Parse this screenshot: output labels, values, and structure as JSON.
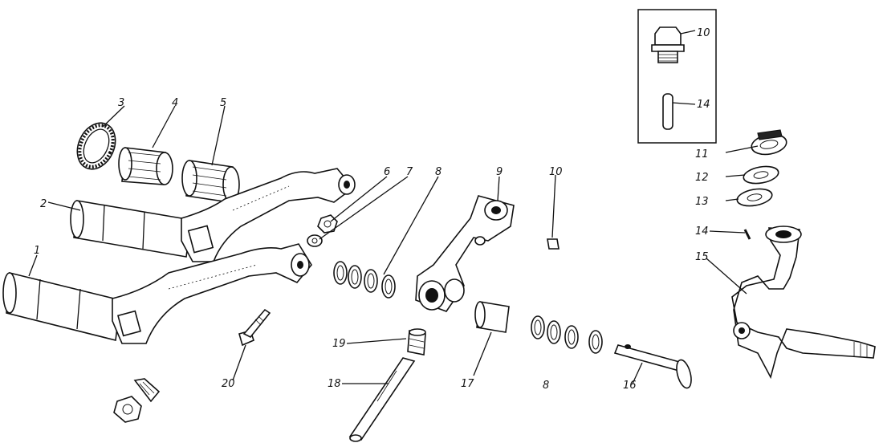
{
  "labels": {
    "l1": "1",
    "l2": "2",
    "l3": "3",
    "l4": "4",
    "l5": "5",
    "l6": "6",
    "l7": "7",
    "l8a": "8",
    "l8b": "8",
    "l9": "9",
    "l10a": "10",
    "l10b": "10",
    "l11": "11",
    "l12": "12",
    "l13": "13",
    "l14a": "14",
    "l14b": "14",
    "l15": "15",
    "l16": "16",
    "l17": "17",
    "l18": "18",
    "l19": "19",
    "l20": "20"
  }
}
